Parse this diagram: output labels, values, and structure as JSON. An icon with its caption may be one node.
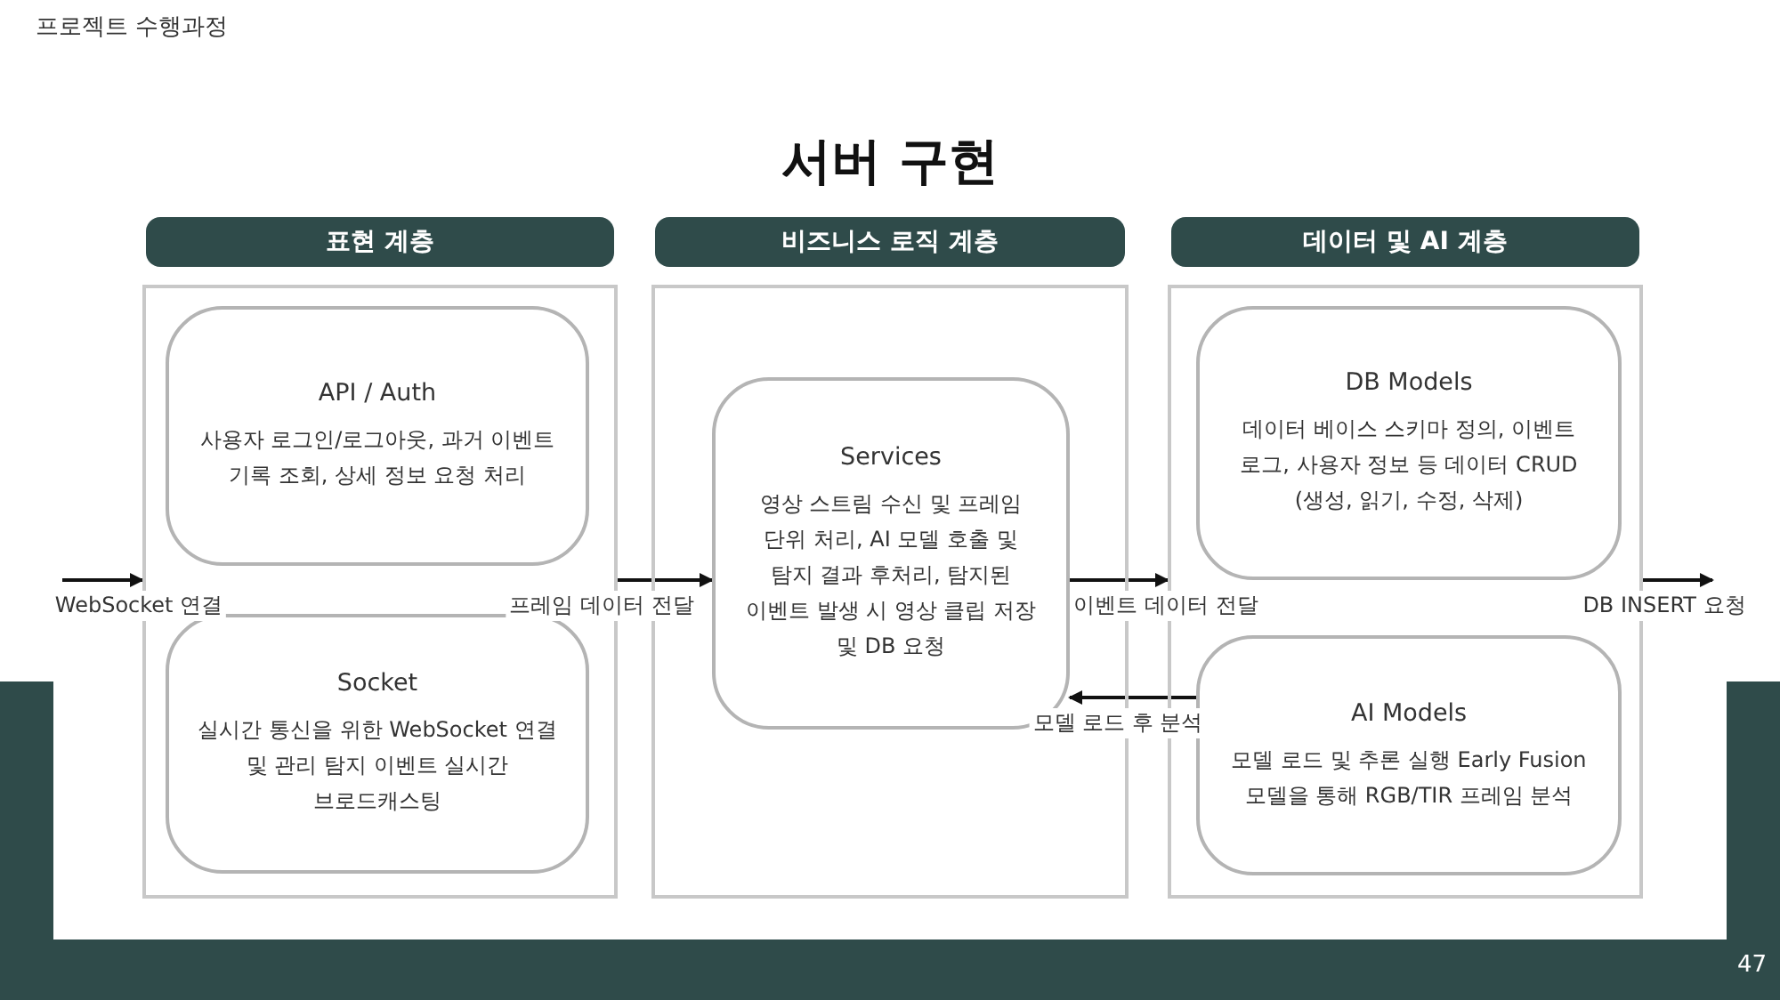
{
  "diagram": {
    "title": "서버 구현",
    "nodes": [
      {
        "text": [
          "표현 계층"
        ]
      },
      {
        "text": [
          "API / Auth",
          "사용자 로그인/로그아웃, 과거 이벤트 기록 조회, 상세 정보 요청 처리"
        ],
        "in": 0
      },
      {
        "text": [
          "Socket",
          "실시간 통신을 위한 WebSocket 연결 및 관리 탐지 이벤트 실시간 브로드캐스팅"
        ],
        "in": 0
      },
      {
        "text": [
          "비즈니스 로직 계층"
        ]
      },
      {
        "text": [
          "Services",
          "영상 스트림 수신 및 프레임 단위 처리, AI 모델 호출 및 탐지 결과 후처리, 탐지된 이벤트 발생 시 영상 클립 저장 및 DB 요청"
        ],
        "in": 3
      },
      {
        "text": [
          "데이터 및 AI 계층"
        ]
      },
      {
        "text": [
          "DB Models",
          "데이터 베이스 스키마 정의, 이벤트 로그, 사용자 정보 등 데이터 CRUD (생성, 읽기, 수정, 삭제)"
        ],
        "in": 5
      },
      {
        "text": [
          "AI Models",
          "모델 로드 및 추론 실행 Early Fusion 모델을 통해 RGB/TIR 프레임 분석"
        ],
        "in": 5
      }
    ],
    "edges": [
      {
        "from": null,
        "to": 0,
        "arrow": "to",
        "label": "WebSocket 연결"
      },
      {
        "from": 0,
        "to": 4,
        "arrow": "to",
        "label": "프레임 데이터 전달"
      },
      {
        "from": 4,
        "to": 5,
        "arrow": "to",
        "label": "이벤트 데이터 전달"
      },
      {
        "from": 7,
        "to": 4,
        "arrow": "to",
        "label": "모델 로드 후 분석"
      },
      {
        "from": 5,
        "to": null,
        "arrow": "to",
        "label": "DB INSERT 요청"
      }
    ],
    "labels": [
      "프로젝트 수행과정",
      "47"
    ]
  }
}
